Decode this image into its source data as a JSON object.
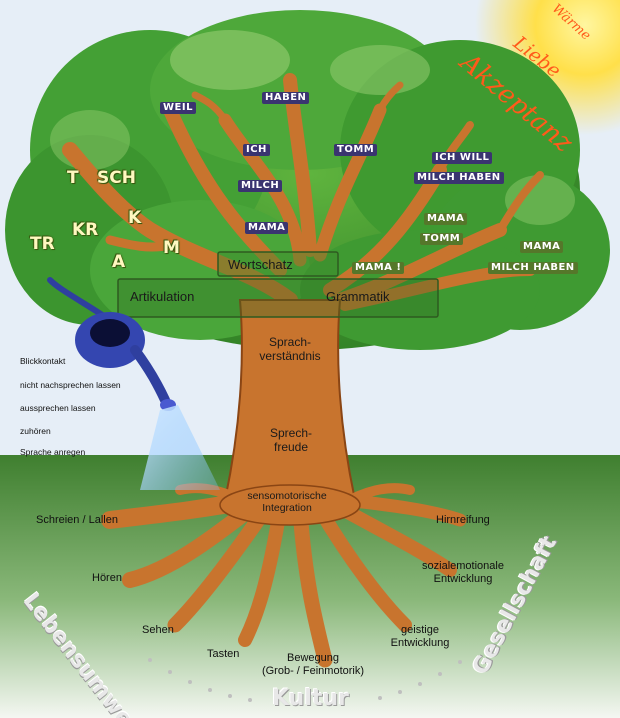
{
  "sun": {
    "line1": "Wärme",
    "line2": "Liebe",
    "line3": "Akzeptanz"
  },
  "crown_words": {
    "weil": "WEIL",
    "haben": "HABEN",
    "ich": "ICH",
    "milch": "MILCH",
    "mama": "MAMA",
    "tomm": "TOMM",
    "ich_will": "ICH WILL",
    "milch_haben": "MILCH HABEN",
    "mama_tomm_1": "MAMA",
    "mama_tomm_2": "TOMM",
    "mama_milch_1": "MAMA",
    "mama_milch_2": "MILCH HABEN",
    "mama_excl": "MAMA !"
  },
  "sounds": [
    "T",
    "SCH",
    "KR",
    "K",
    "TR",
    "A",
    "M"
  ],
  "bands": {
    "wortschatz": "Wortschatz",
    "artikulation": "Artikulation",
    "grammatik": "Grammatik"
  },
  "trunk": {
    "sprachverstaendnis_1": "Sprach-",
    "sprachverstaendnis_2": "verständnis",
    "sprechfreude_1": "Sprech-",
    "sprechfreude_2": "freude",
    "integration_1": "sensomotorische",
    "integration_2": "Integration"
  },
  "watering": [
    "Blickkontakt",
    "nicht nachsprechen lassen",
    "aussprechen lassen",
    "zuhören",
    "Sprache anregen"
  ],
  "roots": {
    "schreien": "Schreien / Lallen",
    "hoeren": "Hören",
    "sehen": "Sehen",
    "tasten": "Tasten",
    "bewegung_1": "Bewegung",
    "bewegung_2": "(Grob- / Feinmotorik)",
    "geistige_1": "geistige",
    "geistige_2": "Entwicklung",
    "sozial_1": "sozialemotionale",
    "sozial_2": "Entwicklung",
    "hirnreifung": "Hirnreifung"
  },
  "arc": {
    "lebensumwelt": "Lebensumwelt",
    "kultur": "Kultur",
    "gesellschaft": "Gesellschaft"
  },
  "colors": {
    "leaf": "#3f9a32",
    "leaf_light": "#7cc34f",
    "bark": "#c8742e",
    "bark_dark": "#8a4514",
    "ground": "#4c8a3a",
    "sky": "#dfe9f4",
    "can": "#2f3f9f",
    "sun_core": "#ffe34a"
  }
}
